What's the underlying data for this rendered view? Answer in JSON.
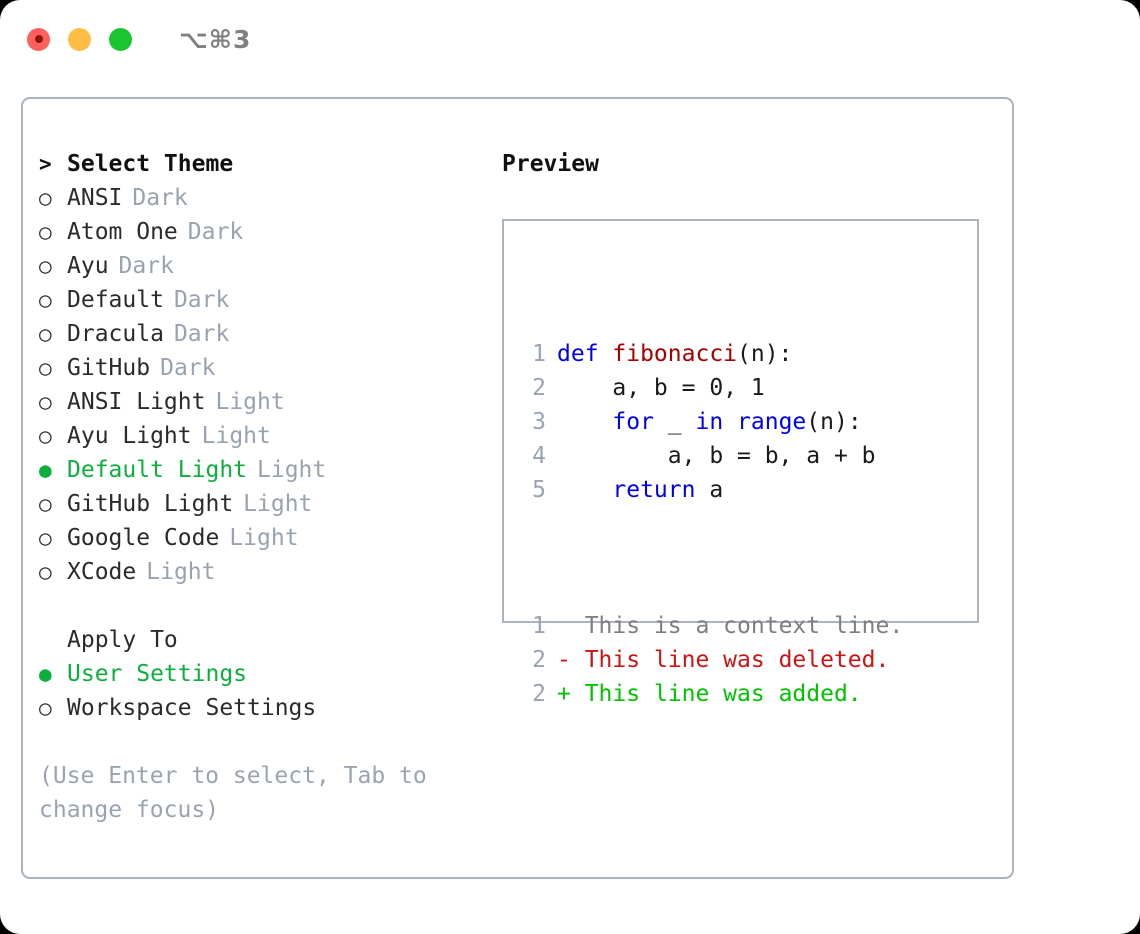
{
  "window": {
    "title": "⌥⌘3",
    "traffic_lights": [
      {
        "name": "close",
        "color": "#ff605c"
      },
      {
        "name": "minimize",
        "color": "#ffbd44"
      },
      {
        "name": "maximize",
        "color": "#19c62f"
      }
    ]
  },
  "accent": {
    "selected_green": "#0bb03c",
    "muted_grey": "#99a3b0",
    "border": "#aab3bf"
  },
  "theme_list": {
    "header": {
      "marker": ">",
      "label": "Select Theme"
    },
    "items": [
      {
        "marker": "○",
        "label": "ANSI",
        "suffix": "Dark",
        "selected": false
      },
      {
        "marker": "○",
        "label": "Atom One",
        "suffix": "Dark",
        "selected": false
      },
      {
        "marker": "○",
        "label": "Ayu",
        "suffix": "Dark",
        "selected": false
      },
      {
        "marker": "○",
        "label": "Default",
        "suffix": "Dark",
        "selected": false
      },
      {
        "marker": "○",
        "label": "Dracula",
        "suffix": "Dark",
        "selected": false
      },
      {
        "marker": "○",
        "label": "GitHub",
        "suffix": "Dark",
        "selected": false
      },
      {
        "marker": "○",
        "label": "ANSI Light",
        "suffix": "Light",
        "selected": false
      },
      {
        "marker": "○",
        "label": "Ayu Light",
        "suffix": "Light",
        "selected": false
      },
      {
        "marker": "●",
        "label": "Default Light",
        "suffix": "Light",
        "selected": true
      },
      {
        "marker": "○",
        "label": "GitHub Light",
        "suffix": "Light",
        "selected": false
      },
      {
        "marker": "○",
        "label": "Google Code",
        "suffix": "Light",
        "selected": false
      },
      {
        "marker": "○",
        "label": "XCode",
        "suffix": "Light",
        "selected": false
      }
    ]
  },
  "apply_to": {
    "header": "Apply To",
    "items": [
      {
        "marker": "●",
        "label": "User Settings",
        "selected": true
      },
      {
        "marker": "○",
        "label": "Workspace Settings",
        "selected": false
      }
    ]
  },
  "hint": "(Use Enter to select, Tab to change focus)",
  "preview": {
    "title": "Preview",
    "code_lines": [
      {
        "num": "1",
        "tokens": [
          {
            "t": "def ",
            "c": "kw"
          },
          {
            "t": "fibonacci",
            "c": "fn"
          },
          {
            "t": "(n):",
            "c": "txt"
          }
        ]
      },
      {
        "num": "2",
        "tokens": [
          {
            "t": "    a, b = 0, 1",
            "c": "txt"
          }
        ]
      },
      {
        "num": "3",
        "tokens": [
          {
            "t": "    ",
            "c": "txt"
          },
          {
            "t": "for",
            "c": "kw"
          },
          {
            "t": " _ ",
            "c": "txt"
          },
          {
            "t": "in",
            "c": "kw"
          },
          {
            "t": " ",
            "c": "txt"
          },
          {
            "t": "range",
            "c": "kw"
          },
          {
            "t": "(n):",
            "c": "txt"
          }
        ]
      },
      {
        "num": "4",
        "tokens": [
          {
            "t": "        a, b = b, a + b",
            "c": "txt"
          }
        ]
      },
      {
        "num": "5",
        "tokens": [
          {
            "t": "    ",
            "c": "txt"
          },
          {
            "t": "return",
            "c": "kw"
          },
          {
            "t": " a",
            "c": "txt"
          }
        ]
      }
    ],
    "diff_lines": [
      {
        "num": "1",
        "sign": " ",
        "text": " This is a context line.",
        "kind": "ctx"
      },
      {
        "num": "2",
        "sign": "-",
        "text": " This line was deleted.",
        "kind": "del"
      },
      {
        "num": "2",
        "sign": "+",
        "text": " This line was added.",
        "kind": "add"
      }
    ]
  }
}
